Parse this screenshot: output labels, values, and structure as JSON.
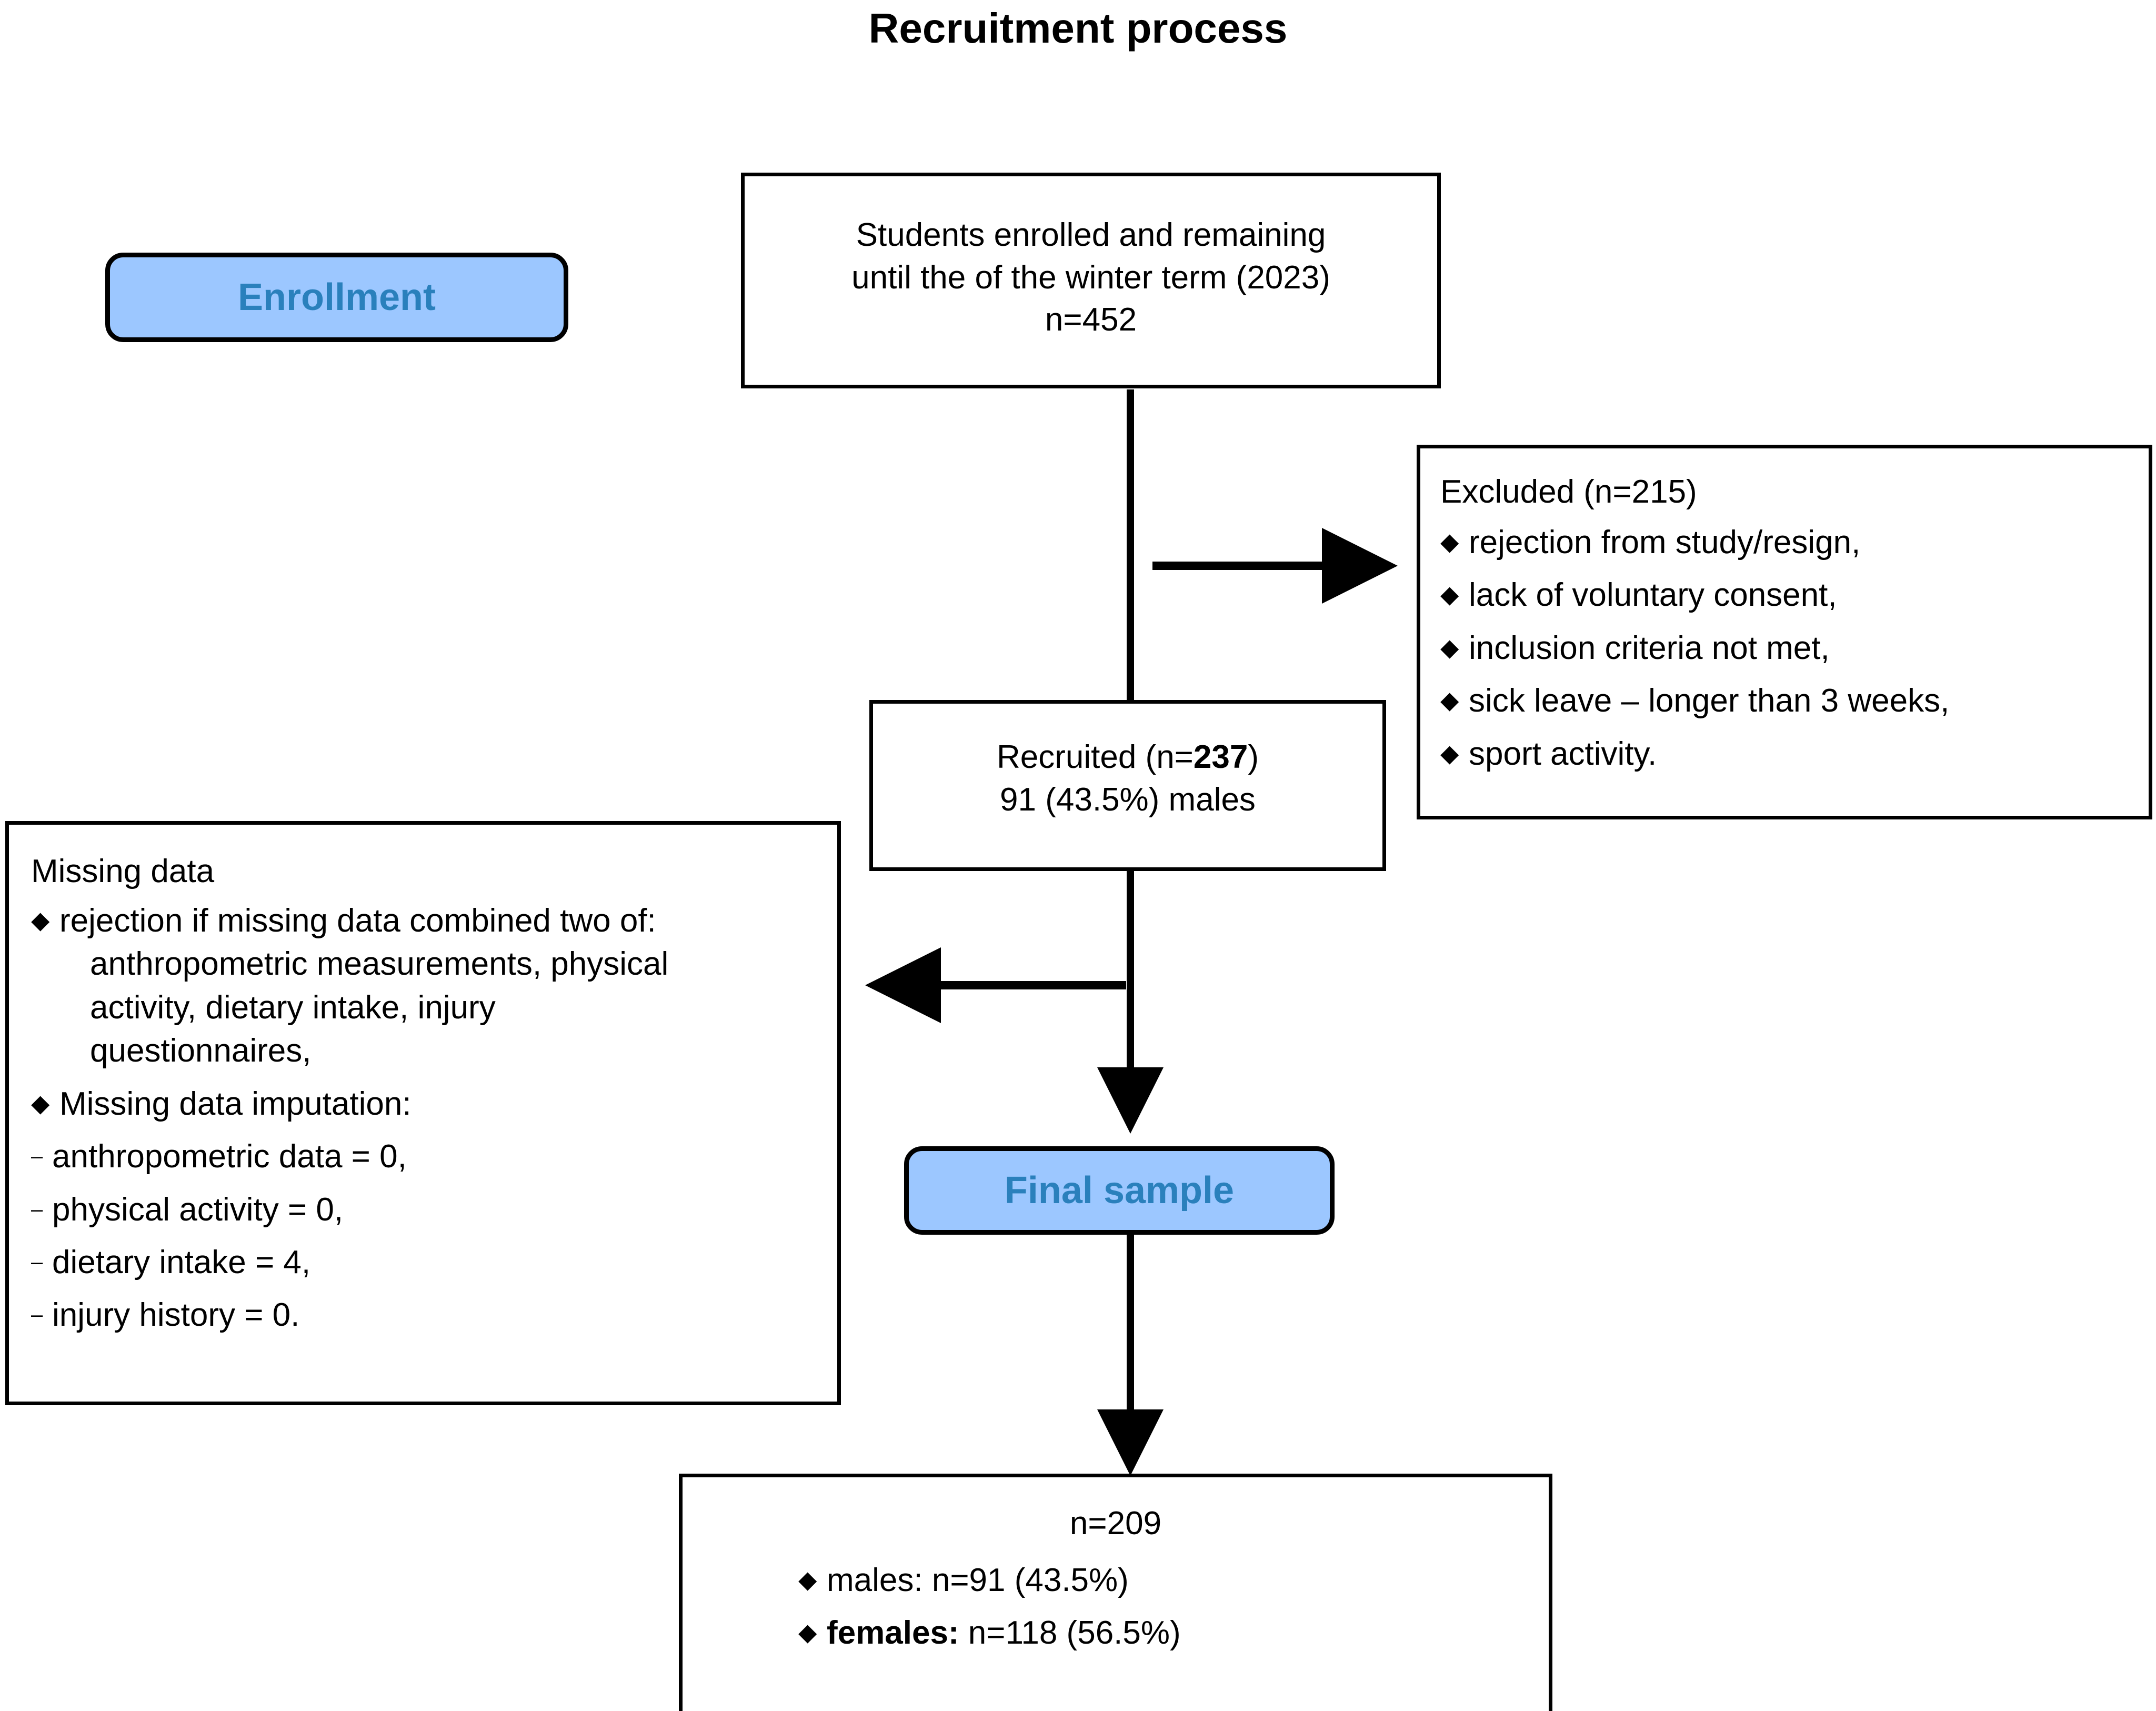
{
  "title": "Recruitment process",
  "colors": {
    "stage_fill": "#9CC7FF",
    "stage_text": "#2A80BC",
    "line": "#000000",
    "node_fill": "#FFFFFF"
  },
  "stages": {
    "enrollment": "Enrollment",
    "final_sample": "Final sample"
  },
  "nodes": {
    "enrolled": {
      "line1": "Students enrolled and remaining",
      "line2": "until the of the winter term (2023)",
      "line3": "n=452"
    },
    "recruited": {
      "line1_prefix": "Recruited (n=",
      "line1_bold": "237",
      "line1_suffix": ")",
      "line2": "91 (43.5%) males"
    },
    "excluded": {
      "heading": "Excluded (n=215)",
      "bullet_glyph": "◆",
      "items": [
        "rejection from study/resign,",
        "lack of voluntary consent,",
        "inclusion criteria not met,",
        "sick leave – longer than 3 weeks,",
        "sport activity."
      ]
    },
    "missing_data": {
      "heading": "Missing data",
      "bullet_glyph": "◆",
      "dash_glyph": "–",
      "item1_lead": "rejection if missing data combined two of:",
      "item1_cont": [
        "anthropometric measurements, physical",
        "activity, dietary intake, injury",
        "questionnaires,"
      ],
      "item2": "Missing data imputation:",
      "sub_items": [
        "anthropometric data = 0,",
        "physical activity = 0,",
        "dietary intake = 4,",
        "injury history = 0."
      ]
    },
    "final_counts": {
      "total": "n=209",
      "bullet_glyph": "◆",
      "males_label": "males:",
      "males_value": " n=91 (43.5%)",
      "females_label": "females:",
      "females_value": " n=118 (56.5%)"
    }
  },
  "chart_data": {
    "type": "flowchart",
    "title": "Recruitment process",
    "nodes": [
      {
        "id": "enrolled",
        "label": "Students enrolled and remaining until the of the winter term (2023)",
        "n": 452
      },
      {
        "id": "excluded",
        "label": "Excluded",
        "n": 215
      },
      {
        "id": "recruited",
        "label": "Recruited",
        "n": 237,
        "males": 91,
        "males_pct": 43.5
      },
      {
        "id": "missing_data",
        "label": "Missing data",
        "imputation": {
          "anthropometric data": 0,
          "physical activity": 0,
          "dietary intake": 4,
          "injury history": 0
        }
      },
      {
        "id": "final_sample",
        "label": "Final sample",
        "n": 209,
        "males": 91,
        "males_pct": 43.5,
        "females": 118,
        "females_pct": 56.5
      }
    ],
    "edges": [
      {
        "from": "enrolled",
        "to": "excluded",
        "direction": "right"
      },
      {
        "from": "enrolled",
        "to": "recruited",
        "direction": "down"
      },
      {
        "from": "recruited",
        "to": "missing_data",
        "direction": "left"
      },
      {
        "from": "recruited",
        "to": "final_sample",
        "direction": "down"
      },
      {
        "from": "final_sample",
        "to": "final_counts",
        "direction": "down"
      }
    ]
  }
}
